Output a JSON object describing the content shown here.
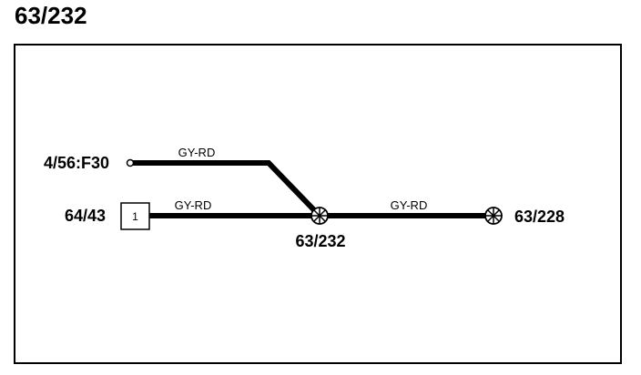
{
  "page": {
    "title": "63/232"
  },
  "diagram": {
    "connectors": {
      "fuse": "4/56:F30",
      "pin_connector": "64/43",
      "splice_center": "63/232",
      "splice_right": "63/228"
    },
    "pin": {
      "number": "1"
    },
    "wires": {
      "upper": "GY-RD",
      "lower_left": "GY-RD",
      "right": "GY-RD"
    },
    "colors": {
      "ink": "#000000",
      "background": "#ffffff"
    }
  }
}
